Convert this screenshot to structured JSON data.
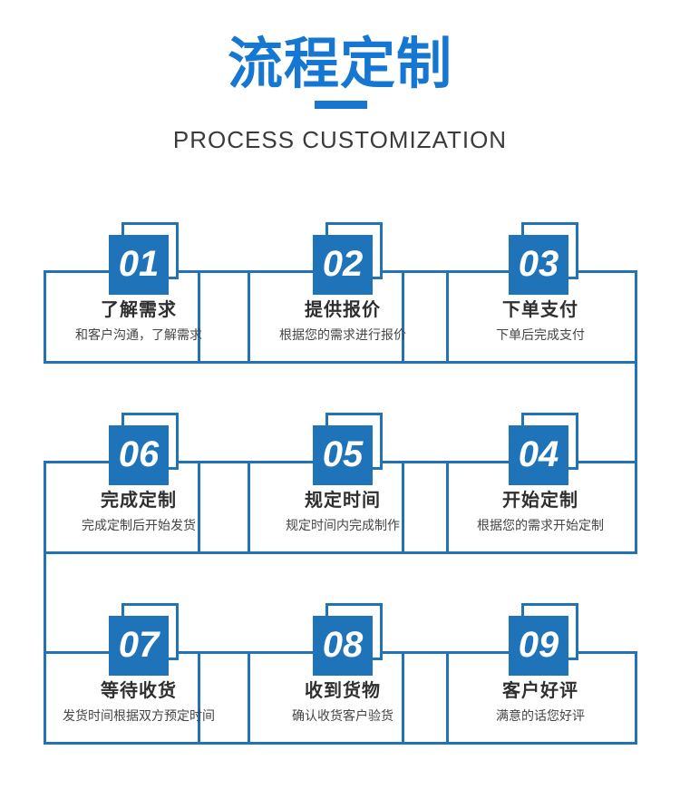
{
  "header": {
    "title": "流程定制",
    "subtitle": "PROCESS CUSTOMIZATION"
  },
  "colors": {
    "accent_blue": "#1677d2",
    "wireframe_blue": "#2173b6",
    "square_blue": "#1f74b9",
    "step_title_text": "#2f2f2f",
    "step_desc_text": "#454545"
  },
  "steps": [
    {
      "number": "01",
      "title": "了解需求",
      "desc": "和客户沟通，了解需求"
    },
    {
      "number": "02",
      "title": "提供报价",
      "desc": "根据您的需求进行报价"
    },
    {
      "number": "03",
      "title": "下单支付",
      "desc": "下单后完成支付"
    },
    {
      "number": "04",
      "title": "开始定制",
      "desc": "根据您的需求开始定制"
    },
    {
      "number": "05",
      "title": "规定时间",
      "desc": "规定时间内完成制作"
    },
    {
      "number": "06",
      "title": "完成定制",
      "desc": "完成定制后开始发货"
    },
    {
      "number": "07",
      "title": "等待收货",
      "desc": "发货时间根据双方预定时间"
    },
    {
      "number": "08",
      "title": "收到货物",
      "desc": "确认收货客户验货"
    },
    {
      "number": "09",
      "title": "客户好评",
      "desc": "满意的话您好评"
    }
  ],
  "flow_order_rows": [
    [
      "01",
      "02",
      "03"
    ],
    [
      "06",
      "05",
      "04"
    ],
    [
      "07",
      "08",
      "09"
    ]
  ]
}
